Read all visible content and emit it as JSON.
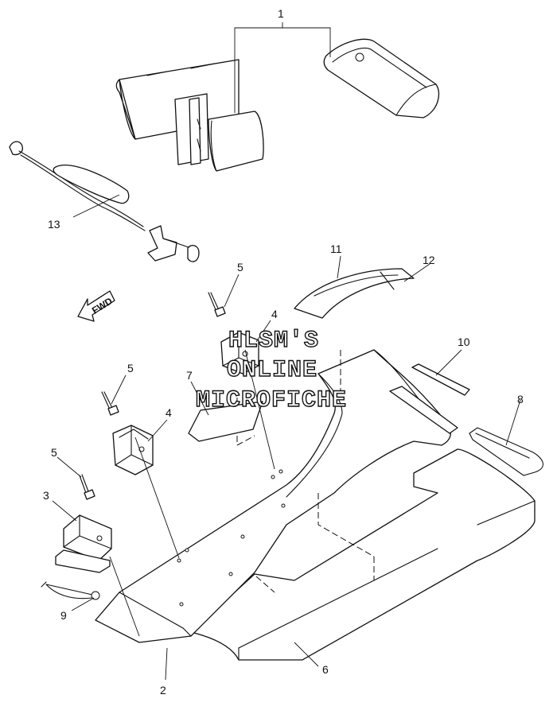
{
  "watermark": {
    "line1": "HLSM'S",
    "line2": "ONLINE",
    "line3": "MICROFICHE"
  },
  "direction_arrow": {
    "label": "FWD"
  },
  "callouts": {
    "c1": "1",
    "c2": "2",
    "c3": "3",
    "c4a": "4",
    "c4b": "4",
    "c5a": "5",
    "c5b": "5",
    "c5c": "5",
    "c6": "6",
    "c7": "7",
    "c8": "8",
    "c9": "9",
    "c10": "10",
    "c11": "11",
    "c12": "12",
    "c13": "13"
  }
}
